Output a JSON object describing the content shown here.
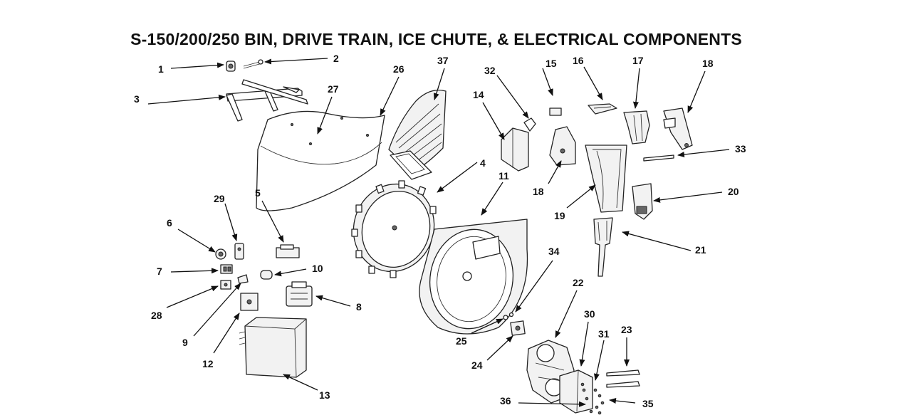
{
  "title": "S-150/200/250 BIN, DRIVE TRAIN, ICE CHUTE, & ELECTRICAL COMPONENTS",
  "callouts": [
    {
      "id": "c1",
      "label": "1"
    },
    {
      "id": "c2",
      "label": "2"
    },
    {
      "id": "c3",
      "label": "3"
    },
    {
      "id": "c27",
      "label": "27"
    },
    {
      "id": "c26",
      "label": "26"
    },
    {
      "id": "c37",
      "label": "37"
    },
    {
      "id": "c32",
      "label": "32"
    },
    {
      "id": "c15",
      "label": "15"
    },
    {
      "id": "c16",
      "label": "16"
    },
    {
      "id": "c17",
      "label": "17"
    },
    {
      "id": "c18a",
      "label": "18"
    },
    {
      "id": "c14",
      "label": "14"
    },
    {
      "id": "c33",
      "label": "33"
    },
    {
      "id": "c4",
      "label": "4"
    },
    {
      "id": "c11",
      "label": "11"
    },
    {
      "id": "c18b",
      "label": "18"
    },
    {
      "id": "c20",
      "label": "20"
    },
    {
      "id": "c19",
      "label": "19"
    },
    {
      "id": "c29",
      "label": "29"
    },
    {
      "id": "c5",
      "label": "5"
    },
    {
      "id": "c6",
      "label": "6"
    },
    {
      "id": "c21",
      "label": "21"
    },
    {
      "id": "c34",
      "label": "34"
    },
    {
      "id": "c7",
      "label": "7"
    },
    {
      "id": "c10",
      "label": "10"
    },
    {
      "id": "c22",
      "label": "22"
    },
    {
      "id": "c28",
      "label": "28"
    },
    {
      "id": "c8",
      "label": "8"
    },
    {
      "id": "c30",
      "label": "30"
    },
    {
      "id": "c23",
      "label": "23"
    },
    {
      "id": "c31",
      "label": "31"
    },
    {
      "id": "c9",
      "label": "9"
    },
    {
      "id": "c25",
      "label": "25"
    },
    {
      "id": "c12",
      "label": "12"
    },
    {
      "id": "c24",
      "label": "24"
    },
    {
      "id": "c13",
      "label": "13"
    },
    {
      "id": "c36",
      "label": "36"
    },
    {
      "id": "c35",
      "label": "35"
    }
  ]
}
